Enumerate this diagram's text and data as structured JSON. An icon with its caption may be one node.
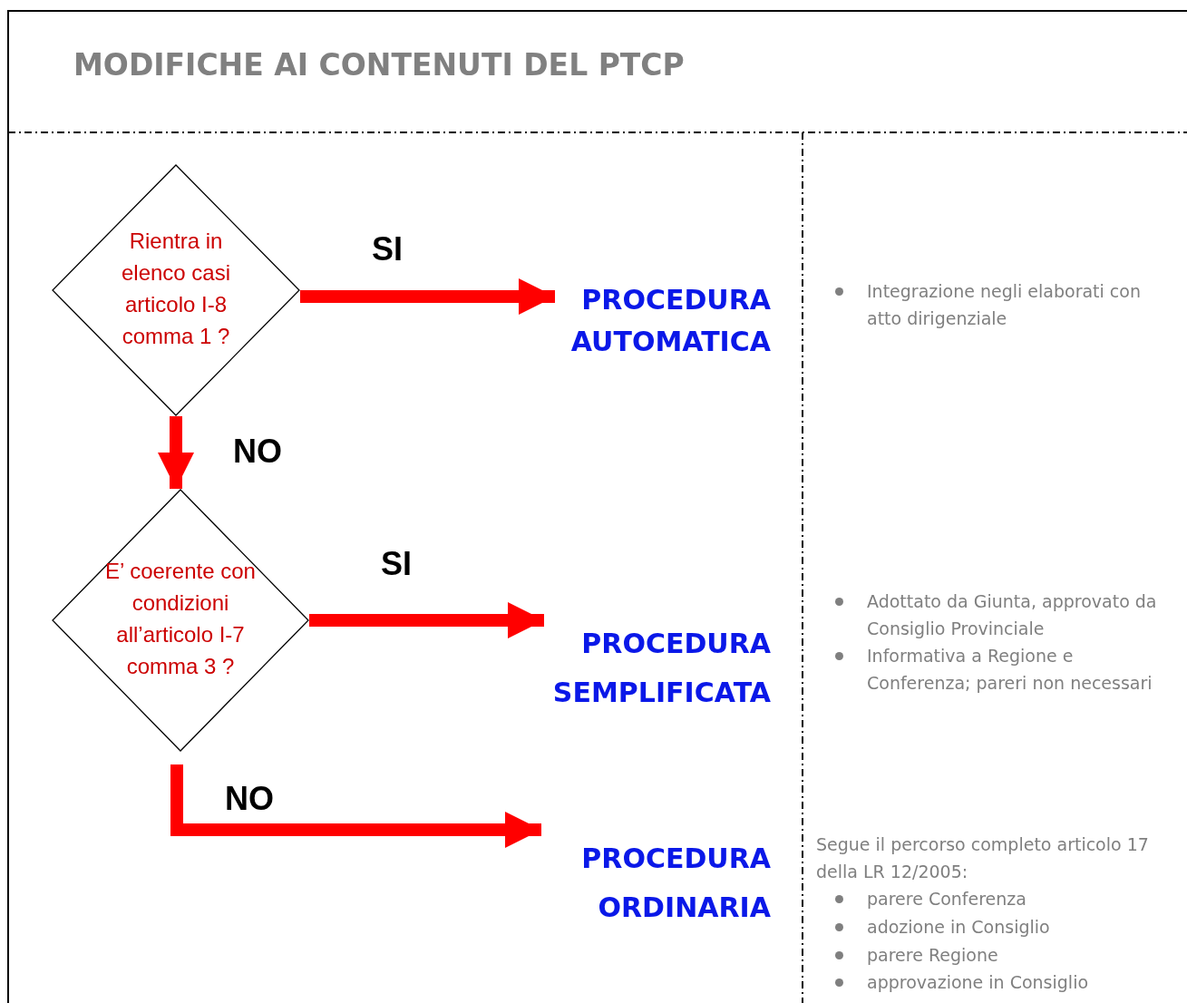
{
  "diagram": {
    "title": "MODIFICHE AI CONTENUTI DEL PTCP",
    "nodes": [
      {
        "text": [
          "Rientra in elenco casi articolo I-8 comma 1 ?"
        ]
      },
      {
        "text": [
          "PROCEDURA AUTOMATICA"
        ]
      },
      {
        "text": [
          "E’ coerente con condizioni all’articolo I-7 comma 3 ?"
        ]
      },
      {
        "text": [
          "PROCEDURA SEMPLIFICATA"
        ]
      },
      {
        "text": [
          "PROCEDURA ORDINARIA"
        ]
      }
    ],
    "edges": [
      {
        "from": 0,
        "to": 1,
        "arrow": "to",
        "label": "SI"
      },
      {
        "from": 0,
        "to": 2,
        "arrow": "to",
        "label": "NO"
      },
      {
        "from": 2,
        "to": 3,
        "arrow": "to",
        "label": "SI"
      },
      {
        "from": 2,
        "to": 4,
        "arrow": "to",
        "label": "NO"
      }
    ],
    "labels": [
      "Integrazione negli elaborati con atto dirigenziale",
      "Adottato da Giunta, approvato da Consiglio Provinciale",
      "Informativa a Regione e Conferenza; pareri non necessari",
      "Segue il percorso completo articolo 17 della LR 12/2005:",
      "parere Conferenza",
      "adozione in Consiglio",
      "parere Regione",
      "approvazione in Consiglio"
    ]
  }
}
